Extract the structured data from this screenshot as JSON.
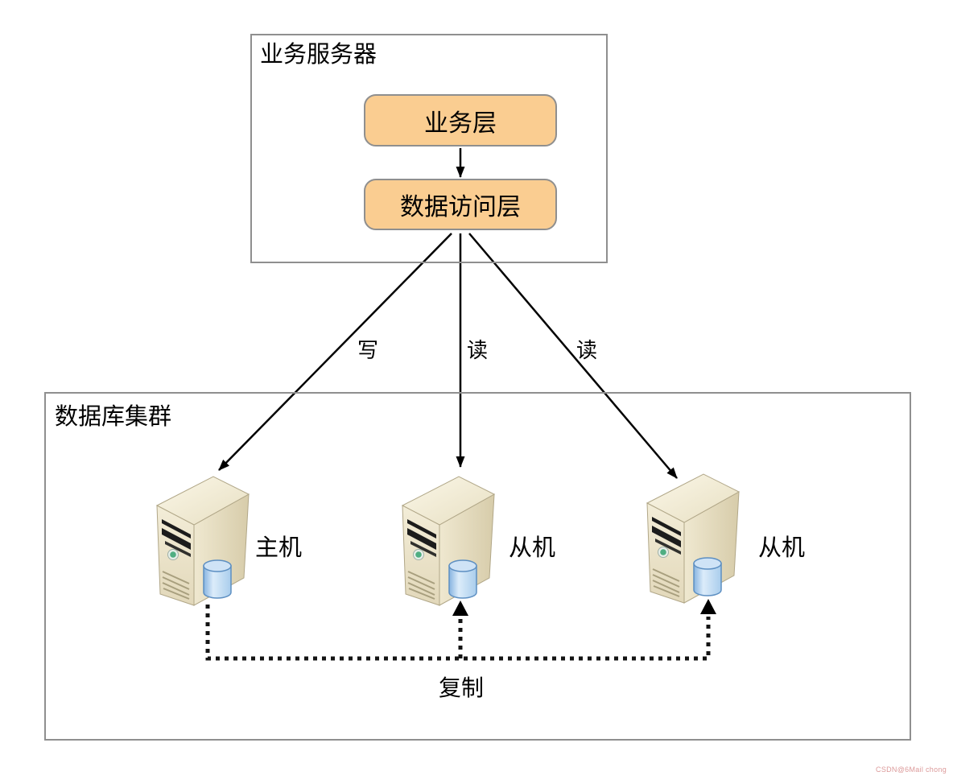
{
  "business_server": {
    "title": "业务服务器",
    "nodes": [
      {
        "label": "业务层"
      },
      {
        "label": "数据访问层"
      }
    ]
  },
  "edges": {
    "write_label": "写",
    "read_label_1": "读",
    "read_label_2": "读",
    "replicate_label": "复制"
  },
  "database_cluster": {
    "title": "数据库集群",
    "servers": [
      {
        "label": "主机",
        "role": "master"
      },
      {
        "label": "从机",
        "role": "slave"
      },
      {
        "label": "从机",
        "role": "slave"
      }
    ]
  },
  "watermark": "CSDN@6Mail chong",
  "colors": {
    "node_fill": "#FACD91",
    "node_border": "#8F8F8F",
    "box_border": "#8F8F8F",
    "arrow": "#000000",
    "server_body": "#EFE8CF",
    "database_cylinder": "#A9CDEC",
    "led": "#4FAE82",
    "watermark_text": "#DC9A9A"
  }
}
